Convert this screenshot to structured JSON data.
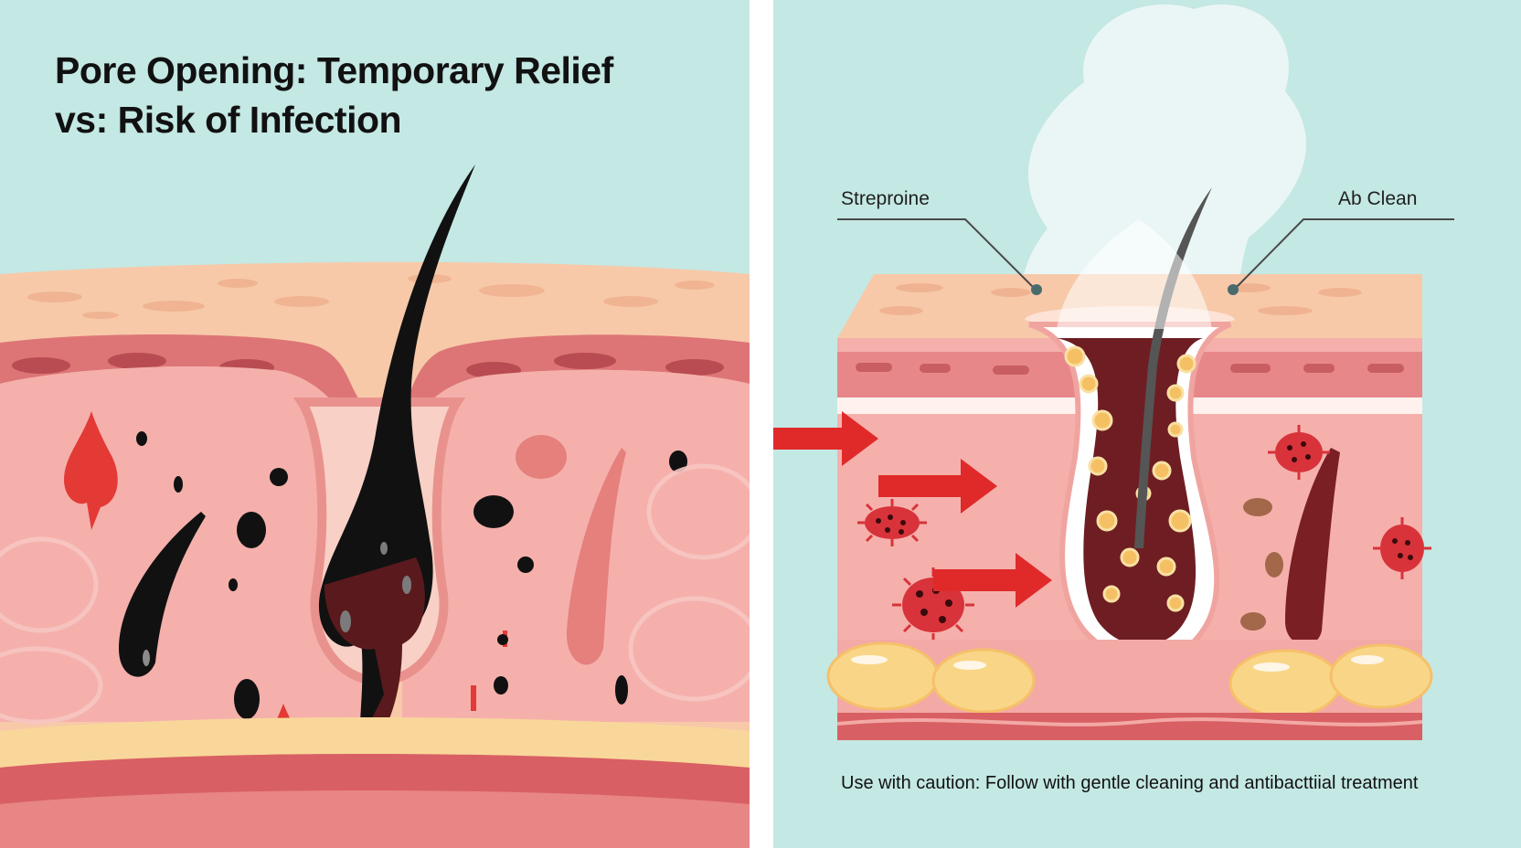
{
  "left_panel": {
    "title_lines": [
      "Pore Opening: Temporary Relief",
      "vs: Risk of Infection"
    ],
    "background_color": "#c4e8e4"
  },
  "right_panel": {
    "callouts": {
      "left": "Streproine",
      "right": "Ab Clean"
    },
    "caption": "Use with caution: Follow with gentle cleaning and antibacttiial treatment",
    "background_color": "#c4e8e4",
    "arrow_color": "#e02a2a",
    "bacteria_color": "#d8333a"
  }
}
